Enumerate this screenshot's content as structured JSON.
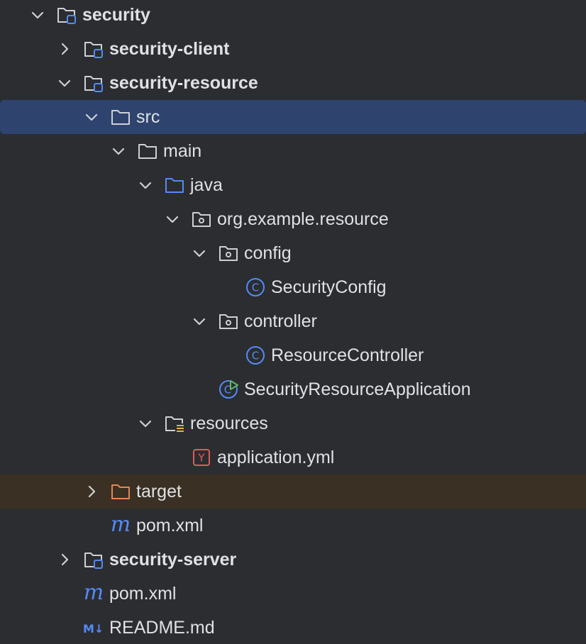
{
  "tree": {
    "items": [
      {
        "label": "security",
        "kind": "module",
        "expanded": true,
        "bold": true
      },
      {
        "label": "security-client",
        "kind": "module",
        "expanded": false,
        "bold": true
      },
      {
        "label": "security-resource",
        "kind": "module",
        "expanded": true,
        "bold": true
      },
      {
        "label": "src",
        "kind": "folder",
        "expanded": true,
        "selected": true
      },
      {
        "label": "main",
        "kind": "folder",
        "expanded": true
      },
      {
        "label": "java",
        "kind": "source-folder",
        "expanded": true
      },
      {
        "label": "org.example.resource",
        "kind": "package",
        "expanded": true
      },
      {
        "label": "config",
        "kind": "package",
        "expanded": true
      },
      {
        "label": "SecurityConfig",
        "kind": "class"
      },
      {
        "label": "controller",
        "kind": "package",
        "expanded": true
      },
      {
        "label": "ResourceController",
        "kind": "class"
      },
      {
        "label": "SecurityResourceApplication",
        "kind": "spring-boot-class"
      },
      {
        "label": "resources",
        "kind": "resources-folder",
        "expanded": true
      },
      {
        "label": "application.yml",
        "kind": "yaml-file"
      },
      {
        "label": "target",
        "kind": "excluded-folder",
        "expanded": false,
        "excluded": true
      },
      {
        "label": "pom.xml",
        "kind": "maven-file"
      },
      {
        "label": "security-server",
        "kind": "module",
        "expanded": false,
        "bold": true
      },
      {
        "label": "pom.xml",
        "kind": "maven-file"
      },
      {
        "label": "README.md",
        "kind": "markdown-file"
      }
    ]
  },
  "icons": {
    "class_badge": "C",
    "yaml_badge": "Y",
    "maven_badge": "m",
    "markdown_badge": "M↓"
  },
  "colors": {
    "background": "#2b2d30",
    "selected_row": "#2e436e",
    "excluded_row": "#3a3023",
    "text": "#dfe1e5",
    "folder_stroke": "#ced0d6",
    "accent_blue": "#548af7",
    "excluded_orange": "#e08855",
    "yaml_red": "#db5c5c",
    "spring_green": "#5fb865",
    "resources_yellow": "#e2b43b"
  }
}
